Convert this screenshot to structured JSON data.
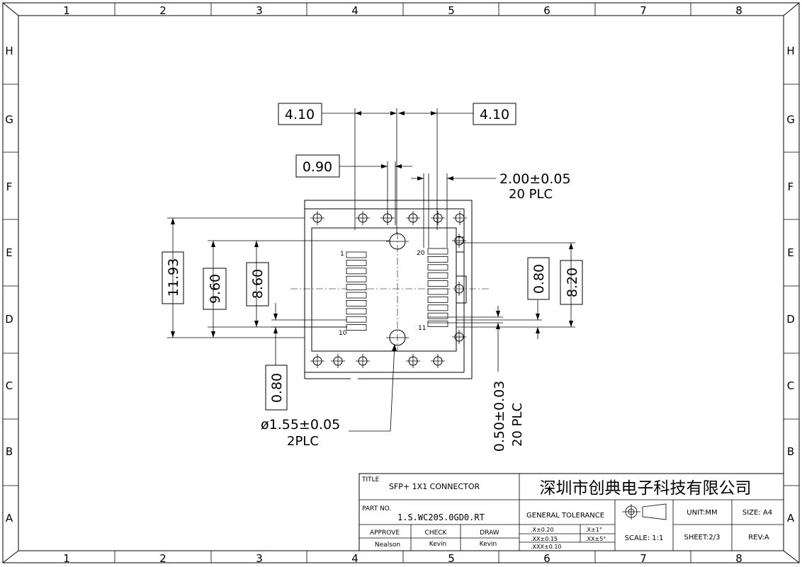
{
  "grid": {
    "columns": [
      "1",
      "2",
      "3",
      "4",
      "5",
      "6",
      "7",
      "8"
    ],
    "rows": [
      "H",
      "G",
      "F",
      "E",
      "D",
      "C",
      "B",
      "A"
    ]
  },
  "dimensions": {
    "top_left": "4.10",
    "top_right": "4.10",
    "pitch_090": "0.90",
    "pin_width_label": "2.00±0.05",
    "pin_width_count": "20 PLC",
    "height_1193": "11.93",
    "height_960": "9.60",
    "height_860": "8.60",
    "right_080": "0.80",
    "right_820": "8.20",
    "bottom_080": "0.80",
    "hole_dia": "ø1.55±0.05",
    "hole_count": "2PLC",
    "pitch_050": "0.50±0.03",
    "pitch_050_count": "20 PLC"
  },
  "pins": {
    "left_first": "1",
    "left_last": "10",
    "right_first": "20",
    "right_last": "11"
  },
  "title_block": {
    "title_label": "TITLE",
    "title_value": "SFP+ 1X1 CONNECTOR",
    "company": "深圳市创典电子科技有限公司",
    "part_label": "PART NO.",
    "part_value": "1.S.WC20S.0GD0.RT",
    "tolerance_label": "GENERAL TOLERANCE",
    "tol_x": ".X±0.20",
    "tol_xx": ".XX±0.15",
    "tol_xxx": ".XXX±0.10",
    "tol_ang1": ".X±1°",
    "tol_ang2": ".XX±5°",
    "unit": "UNIT:MM",
    "size": "SIZE: A4",
    "scale": "SCALE: 1:1",
    "sheet": "SHEET:2/3",
    "rev": "REV:A",
    "approve_label": "APPROVE",
    "check_label": "CHECK",
    "draw_label": "DRAW",
    "approve_name": "Nealson",
    "check_name": "Kevin",
    "draw_name": "Kevin"
  }
}
